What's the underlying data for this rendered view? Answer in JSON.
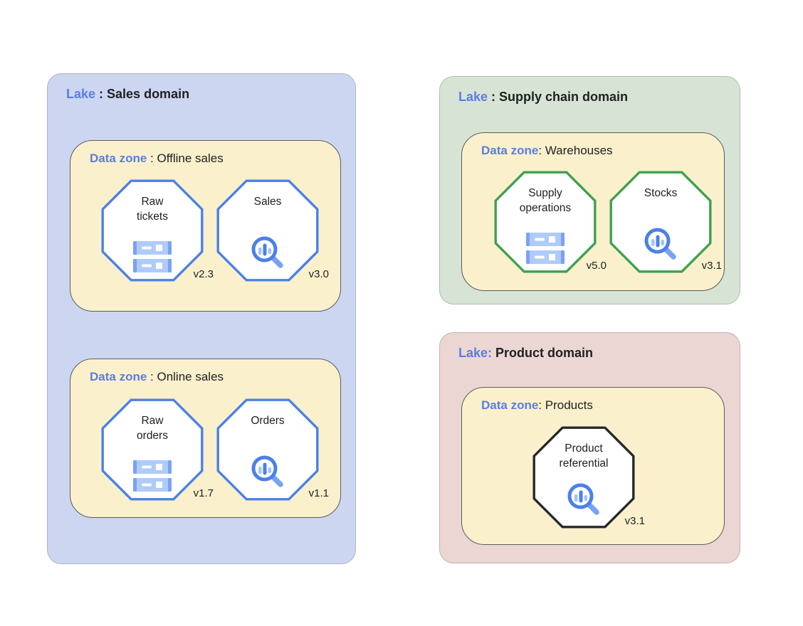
{
  "colors": {
    "lake_sales_bg": "#ccd6f1",
    "lake_supply_bg": "#d7e4d5",
    "lake_product_bg": "#ecd6d4",
    "zone_bg": "#faf0cc",
    "zone_border": "#595c60",
    "label_blue": "#5b7ce4",
    "octagon_blue_stroke": "#4b80e8",
    "octagon_green_stroke": "#3fa050",
    "octagon_black_stroke": "#26282b",
    "icon_blue": "#4b80e8",
    "icon_light_blue": "#aecbfa"
  },
  "lakes": [
    {
      "label": "Lake",
      "sep": " : ",
      "name": "Sales domain",
      "zones": [
        {
          "label": "Data zone",
          "sep": " : ",
          "name": "Offline sales",
          "assets": [
            {
              "name": "Raw\ntickets",
              "version": "v2.3",
              "icon": "storage-icon"
            },
            {
              "name": "Sales",
              "version": "v3.0",
              "icon": "search-analytics-icon"
            }
          ]
        },
        {
          "label": "Data zone",
          "sep": " : ",
          "name": "Online sales",
          "assets": [
            {
              "name": "Raw\norders",
              "version": "v1.7",
              "icon": "storage-icon"
            },
            {
              "name": "Orders",
              "version": "v1.1",
              "icon": "search-analytics-icon"
            }
          ]
        }
      ]
    },
    {
      "label": "Lake",
      "sep": " : ",
      "name": "Supply chain domain",
      "zones": [
        {
          "label": "Data zone",
          "sep": ": ",
          "name": "Warehouses",
          "assets": [
            {
              "name": "Supply\noperations",
              "version": "v5.0",
              "icon": "storage-icon"
            },
            {
              "name": "Stocks",
              "version": "v3.1",
              "icon": "search-analytics-icon"
            }
          ]
        }
      ]
    },
    {
      "label": "Lake:",
      "sep": " ",
      "name": "Product domain",
      "zones": [
        {
          "label": "Data zone",
          "sep": ": ",
          "name": "Products",
          "assets": [
            {
              "name": "Product\nreferential",
              "version": "v3.1",
              "icon": "search-analytics-icon"
            }
          ]
        }
      ]
    }
  ]
}
